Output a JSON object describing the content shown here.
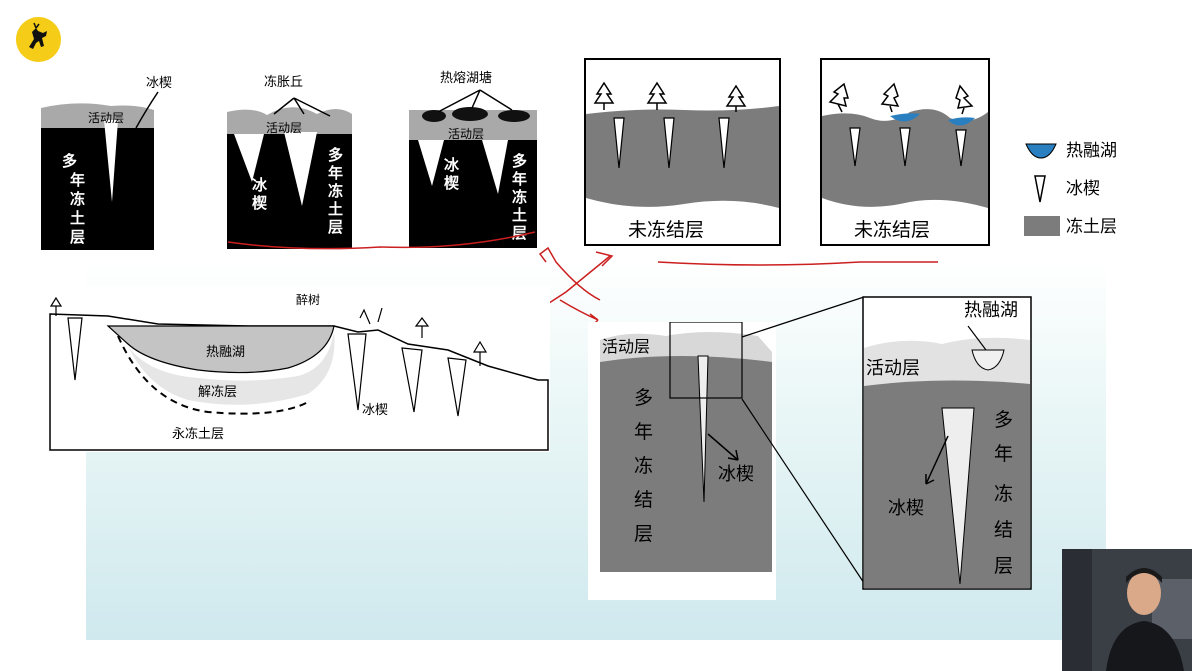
{
  "panels": {
    "p1": {
      "ice_wedge": "冰楔",
      "active_layer": "活动层",
      "permafrost": [
        "多",
        "年",
        "冻",
        "土",
        "层"
      ]
    },
    "p2": {
      "pingo": "冻胀丘",
      "active_layer": "活动层",
      "ice": [
        "冰",
        "楔"
      ],
      "permafrost": [
        "多",
        "年",
        "冻",
        "土",
        "层"
      ]
    },
    "p3": {
      "thermokarst_pond": "热熔湖塘",
      "active_layer": "活动层",
      "ice": [
        "冰",
        "楔"
      ],
      "permafrost": [
        "多",
        "年",
        "冻",
        "土",
        "层"
      ]
    },
    "p4": {
      "unfrozen": "未冻结层"
    },
    "p5": {
      "unfrozen": "未冻结层"
    }
  },
  "legend": {
    "thaw_lake": "热融湖",
    "ice_wedge": "冰楔",
    "frozen_soil": "冻土层"
  },
  "cross_section": {
    "drunken_trees": "醉树",
    "thaw_lake": "热融湖",
    "thaw_layer": "解冻层",
    "ice_wedge": "冰楔",
    "permafrost": "永冻土层"
  },
  "detail_left": {
    "active_layer": "活动层",
    "permafrost": [
      "多",
      "年",
      "冻",
      "结",
      "层"
    ],
    "ice_wedge": "冰楔"
  },
  "detail_right": {
    "thaw_lake": "热融湖",
    "active_layer": "活动层",
    "permafrost": [
      "多",
      "年",
      "冻",
      "结",
      "层"
    ],
    "ice_wedge": "冰楔"
  },
  "colors": {
    "frozen_gray": "#7c7c7c",
    "lake_blue": "#2a7fc0",
    "annotation_red": "#cc1f1f",
    "logo_yellow": "#f5cc17"
  }
}
